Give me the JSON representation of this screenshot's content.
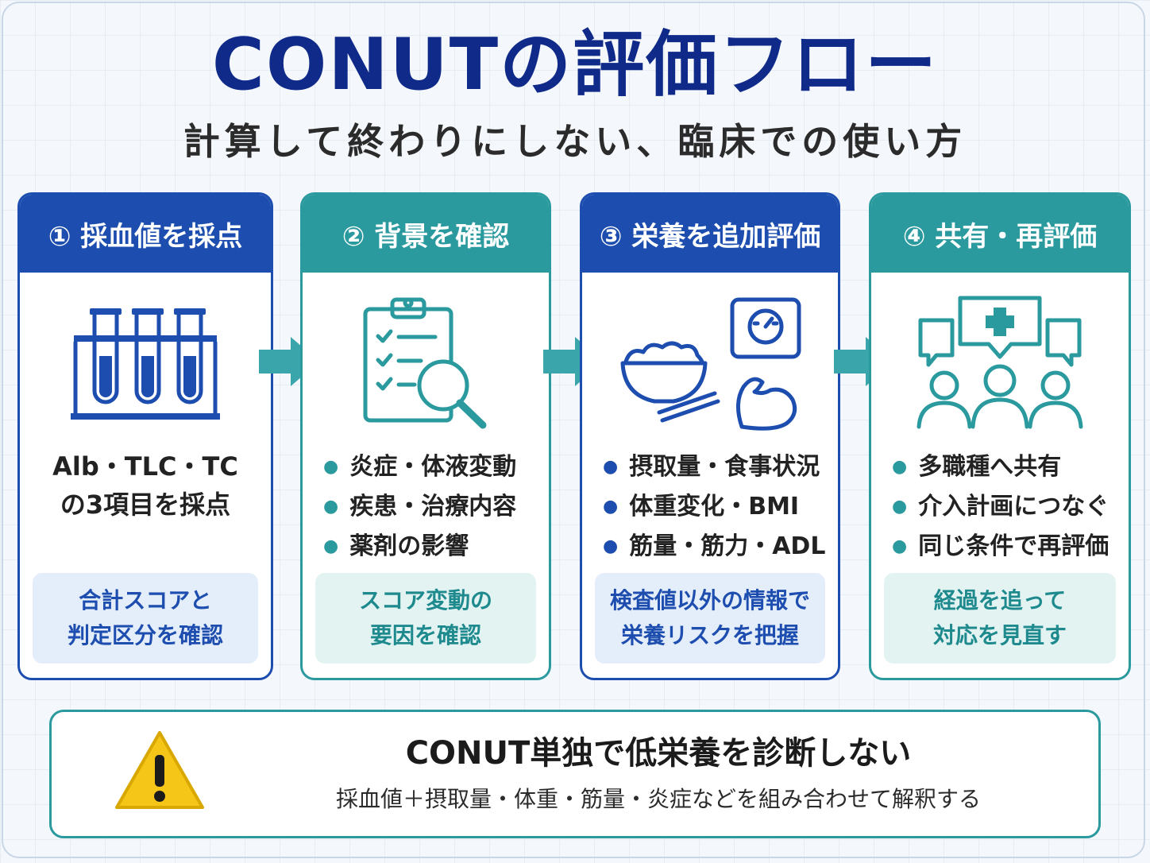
{
  "title": "CONUTの評価フロー",
  "subtitle": "計算して終わりにしない、臨床での使い方",
  "steps": [
    {
      "header": "① 採血値を採点",
      "icon": "test-tubes-icon",
      "text_lines": [
        "Alb・TLC・TC",
        "の3項目を採点"
      ],
      "note": [
        "合計スコアと",
        "判定区分を確認"
      ]
    },
    {
      "header": "② 背景を確認",
      "icon": "clipboard-magnifier-icon",
      "bullets": [
        "炎症・体液変動",
        "疾患・治療内容",
        "薬剤の影響"
      ],
      "note": [
        "スコア変動の",
        "要因を確認"
      ]
    },
    {
      "header": "③ 栄養を追加評価",
      "icon": "meal-scale-muscle-icon",
      "bullets": [
        "摂取量・食事状況",
        "体重変化・BMI",
        "筋量・筋力・ADL"
      ],
      "note": [
        "検査値以外の情報で",
        "栄養リスクを把握"
      ]
    },
    {
      "header": "④ 共有・再評価",
      "icon": "team-medical-chat-icon",
      "bullets": [
        "多職種へ共有",
        "介入計画につなぐ",
        "同じ条件で再評価"
      ],
      "note": [
        "経過を追って",
        "対応を見直す"
      ]
    }
  ],
  "warning": {
    "icon": "warning-triangle-icon",
    "title": "CONUT単独で低栄養を診断しない",
    "subtitle": "採血値＋摂取量・体重・筋量・炎症などを組み合わせて解釈する"
  },
  "colors": {
    "navy": "#102a8a",
    "blue": "#1d4eaf",
    "teal": "#2a9a9e",
    "warning": "#f5c518"
  }
}
